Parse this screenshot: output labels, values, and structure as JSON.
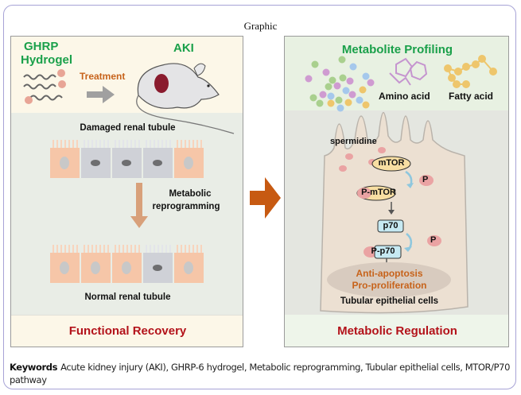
{
  "figure": {
    "title": "Graphic",
    "left_panel": {
      "hydrogel_label_line1": "GHRP",
      "hydrogel_label_line2": "Hydrogel",
      "treatment_label": "Treatment",
      "aki_label": "AKI",
      "damaged_label": "Damaged renal tubule",
      "reprogramming_line1": "Metabolic",
      "reprogramming_line2": "reprogramming",
      "normal_label": "Normal renal tubule",
      "footer": "Functional Recovery",
      "damaged_cells": [
        "normal",
        "damaged",
        "damaged",
        "damaged",
        "normal"
      ],
      "normal_cells": [
        "normal",
        "normal",
        "normal",
        "damaged",
        "normal"
      ]
    },
    "center_arrow": "right-arrow",
    "right_panel": {
      "header": "Metabolite Profiling",
      "amino_acid_label": "Amino acid",
      "fatty_acid_label": "Fatty acid",
      "spermidine_label": "spermidine",
      "mtor_label": "mTOR",
      "p_mtor_label": "P-mTOR",
      "p70_label": "p70",
      "p_p70_label": "P-p70",
      "phosphate_label": "P",
      "outcome_line1": "Anti-apoptosis",
      "outcome_line2": "Pro-proliferation",
      "cell_label": "Tubular epithelial cells",
      "footer": "Metabolic Regulation"
    },
    "colors": {
      "green_title": "#1aa04a",
      "red_footer": "#b3121a",
      "orange_text": "#c7631b",
      "arrow_orange": "#c75a12"
    }
  },
  "keywords": {
    "label": "Keywords",
    "text": "Acute kidney injury (AKI), GHRP-6 hydrogel, Metabolic reprogramming, Tubular epithelial cells, MTOR/P70 pathway"
  }
}
